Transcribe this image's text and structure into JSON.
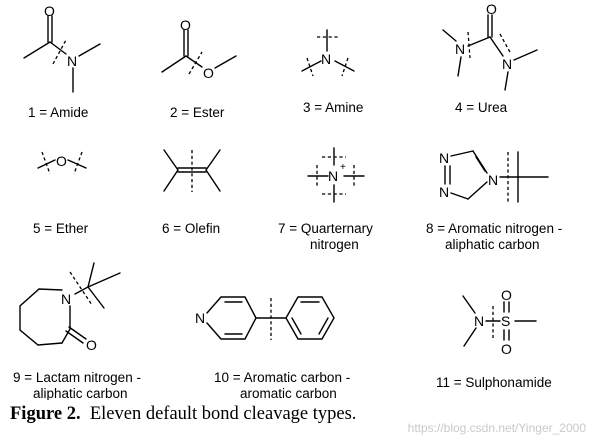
{
  "figure": {
    "labels": {
      "amide": "1 = Amide",
      "ester": "2 = Ester",
      "amine": "3 = Amine",
      "urea": "4 = Urea",
      "ether": "5 = Ether",
      "olefin": "6 = Olefin",
      "quaternary_1": "7 = Quarternary",
      "quaternary_2": "nitrogen",
      "arom_n_1": "8 = Aromatic nitrogen -",
      "arom_n_2": "aliphatic carbon",
      "lactam_1": "9 = Lactam nitrogen -",
      "lactam_2": "aliphatic carbon",
      "arom_c_1": "10 = Aromatic carbon -",
      "arom_c_2": "aromatic carbon",
      "sulphonamide": "11 = Sulphonamide"
    },
    "atoms": {
      "N": "N",
      "O": "O",
      "S": "S",
      "plus": "+"
    }
  },
  "caption": {
    "number": "Figure 2.",
    "text": "Eleven default bond cleavage types."
  },
  "watermark": "https://blog.csdn.net/Yinger_2000"
}
